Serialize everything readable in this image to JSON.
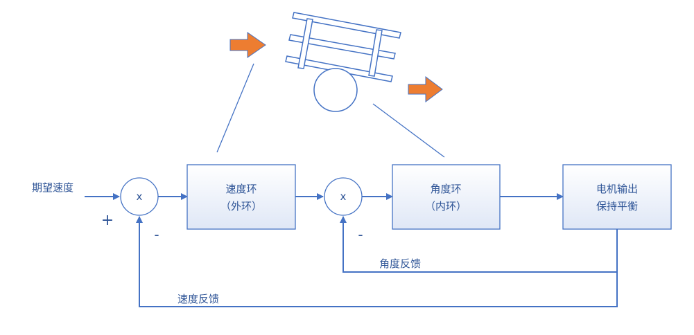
{
  "input_label": "期望速度",
  "plus_sign": "+",
  "minus_sign": "-",
  "multiplier_symbol": "x",
  "blocks": {
    "speed_loop": {
      "line1": "速度环",
      "line2": "（外环）"
    },
    "angle_loop": {
      "line1": "角度环",
      "line2": "（内环）"
    },
    "motor": {
      "line1": "电机输出",
      "line2": "保持平衡"
    }
  },
  "feedback": {
    "angle": "角度反馈",
    "speed": "速度反馈"
  },
  "colors": {
    "line": "#4472c4",
    "text": "#2f5597",
    "arrow_orange": "#ed7d31",
    "box_fill_top": "#ffffff",
    "box_fill_bottom": "#dfe7f6"
  }
}
